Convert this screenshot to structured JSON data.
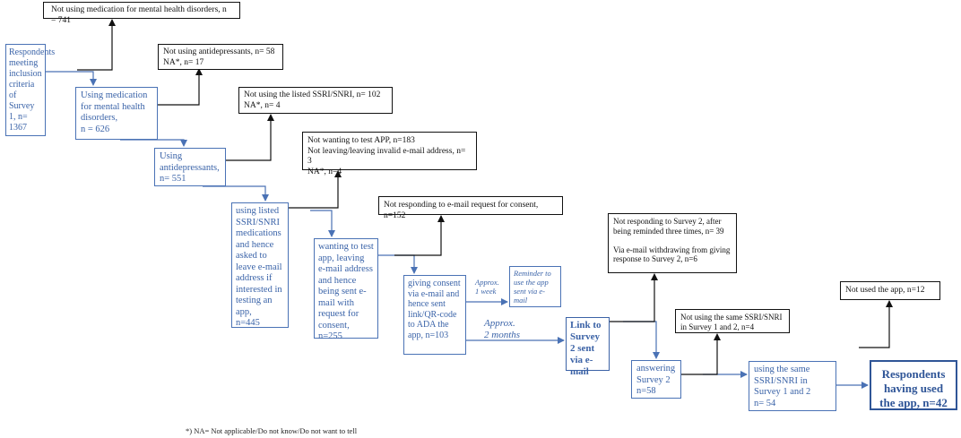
{
  "main_flow": [
    {
      "id": "respondents",
      "text": "Respondents meeting inclusion criteria of Survey 1, n= 1367"
    },
    {
      "id": "using-medication",
      "text": "Using medication for mental health disorders,\nn = 626"
    },
    {
      "id": "using-antidepressants",
      "text": "Using antidepressants,\nn= 551"
    },
    {
      "id": "using-listed-ssri",
      "text": "using listed SSRI/SNRI medications and hence asked to leave e-mail address if interested in testing an app,\nn=445"
    },
    {
      "id": "wanting-to-test",
      "text": "wanting to test app, leaving e-mail address and hence being sent e-mail with request for consent, n=255"
    },
    {
      "id": "giving-consent",
      "text": "giving consent via e-mail and hence sent link/QR-code to ADA the app, n=103"
    },
    {
      "id": "link-survey2",
      "text": "Link to Survey 2 sent via e-mail"
    },
    {
      "id": "answering-survey2",
      "text": "answering Survey 2\nn=58"
    },
    {
      "id": "using-same",
      "text": "using the same SSRI/SNRI in Survey 1 and 2\nn= 54"
    },
    {
      "id": "final",
      "text": "Respondents having used the app, n=42"
    }
  ],
  "exclusions": [
    {
      "id": "excl-medication",
      "text": "Not using medication for mental health disorders, n = 741"
    },
    {
      "id": "excl-antidepressants",
      "text": "Not using antidepressants, n= 58\nNA*, n= 17"
    },
    {
      "id": "excl-ssri",
      "text": "Not using the listed SSRI/SNRI, n= 102\nNA*, n= 4"
    },
    {
      "id": "excl-test-app",
      "text": "Not wanting to test APP, n=183\nNot leaving/leaving invalid  e-mail address, n= 3\nNA*, n=4"
    },
    {
      "id": "excl-consent",
      "text": "Not responding to e-mail request for consent, n=152"
    },
    {
      "id": "excl-survey2",
      "text": "Not responding to Survey 2, after being reminded three times, n= 39\n\nVia e-mail  withdrawing from giving response to Survey 2, n=6"
    },
    {
      "id": "excl-same-ssri",
      "text": "Not using the same SSRI/SNRI in Survey 1 and 2, n=4"
    },
    {
      "id": "excl-not-used",
      "text": "Not used the app,  n=12"
    }
  ],
  "reminder": {
    "text": "Reminder to use the app sent via e-mail"
  },
  "interval_1week": "Approx.\n1 week",
  "interval_2months": "Approx.\n2  months",
  "footnote": "*) NA= Not applicable/Do not know/Do not want to tell",
  "colors": {
    "main_blue": "#4a72b5",
    "dark_blue": "#2f5597",
    "black": "#111111"
  }
}
